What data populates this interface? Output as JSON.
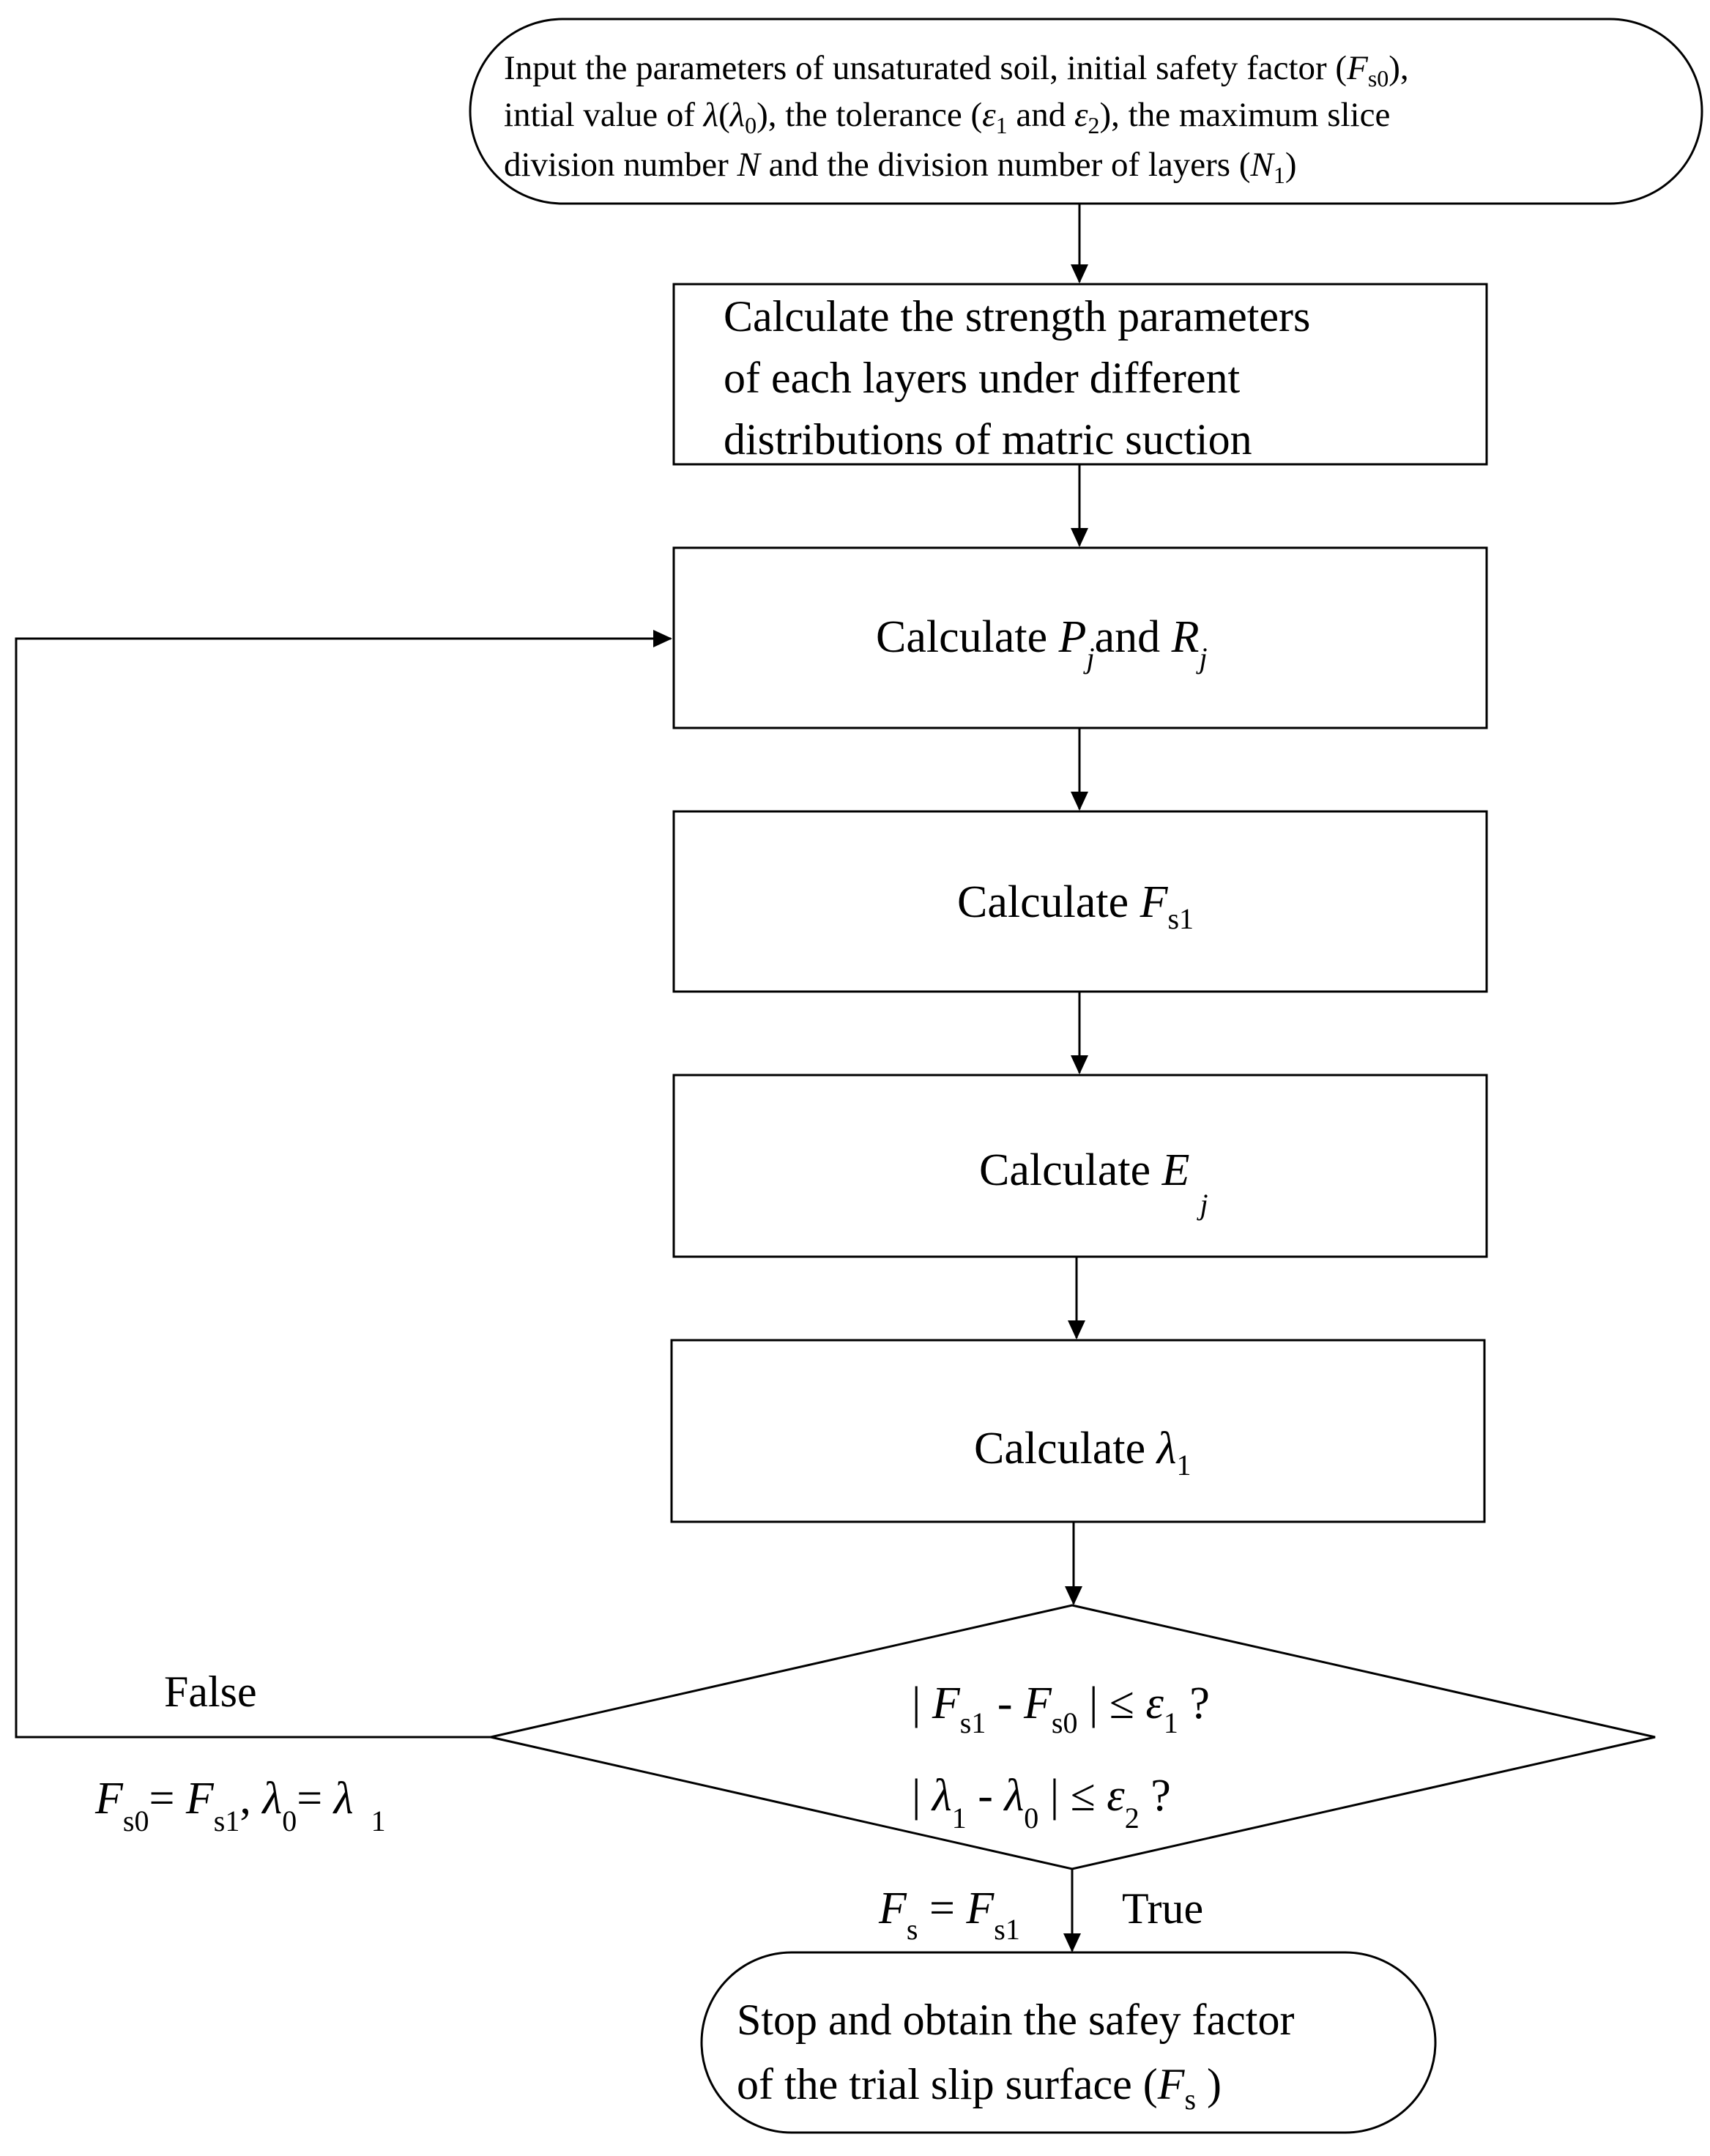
{
  "flowchart": {
    "start": {
      "line1_a": "Input the parameters of unsaturated soil, initial safety factor (",
      "line1_var": "F",
      "line1_sub": "s0",
      "line1_b": "),",
      "line2_a": "intial value of ",
      "line2_lambda": "λ",
      "line2_paren_open": "(",
      "line2_lambda0": "λ",
      "line2_sub0": "0",
      "line2_b": "), the tolerance (",
      "line2_eps1": "ε",
      "line2_eps1_sub": "1",
      "line2_and": " and ",
      "line2_eps2": "ε",
      "line2_eps2_sub": "2",
      "line2_c": "), the maximum slice",
      "line3_a": "division number ",
      "line3_N": "N",
      "line3_b": " and the  division number of layers (",
      "line3_N1": "N",
      "line3_N1_sub": "1",
      "line3_c": ")"
    },
    "step1": {
      "line1": "Calculate the strength parameters",
      "line2": "of each layers under different",
      "line3": "distributions of matric suction"
    },
    "step2": {
      "prefix": "Calculate ",
      "var1": "P",
      "sub1": "j",
      "mid": "and ",
      "var2": "R",
      "sub2": "j"
    },
    "step3": {
      "prefix": "Calculate ",
      "var": "F",
      "sub": "s1"
    },
    "step4": {
      "prefix": "Calculate ",
      "var": "E",
      "sub": "j"
    },
    "step5": {
      "prefix": "Calculate ",
      "var": "λ",
      "sub": "1"
    },
    "decision": {
      "line1": {
        "bar1": "| ",
        "v1": "F",
        "s1": "s1",
        "minus": " -  ",
        "v2": "F",
        "s2": "s0",
        "bar2": " | ≤ ",
        "eps": "ε",
        "eps_sub": "1",
        "q": "  ?"
      },
      "line2": {
        "bar1": "| ",
        "v1": "λ",
        "s1": "1",
        "minus": " -  ",
        "v2": "λ",
        "s2": "0",
        "bar2": "  | ≤ ",
        "eps": "ε",
        "eps_sub": "2",
        "q": " ?"
      }
    },
    "false_branch": {
      "label": "False",
      "update_F0": "F",
      "update_F0_sub": "s0",
      "eq1": "= ",
      "update_F1": "F",
      "update_F1_sub": "s1",
      "comma": ", ",
      "update_L0": "λ",
      "update_L0_sub": "0",
      "eq2": "= ",
      "update_L1": "λ",
      "update_L1_sub": "1"
    },
    "true_branch": {
      "label": "True",
      "assign_F": "F",
      "assign_F_sub": "s",
      "eq": " =  ",
      "assign_F1": "F",
      "assign_F1_sub": "s1"
    },
    "end": {
      "line1": "Stop and obtain the safey factor",
      "line2_a": "of the trial slip surface (",
      "line2_var": "F",
      "line2_sub": "s",
      "line2_b": " )"
    }
  }
}
